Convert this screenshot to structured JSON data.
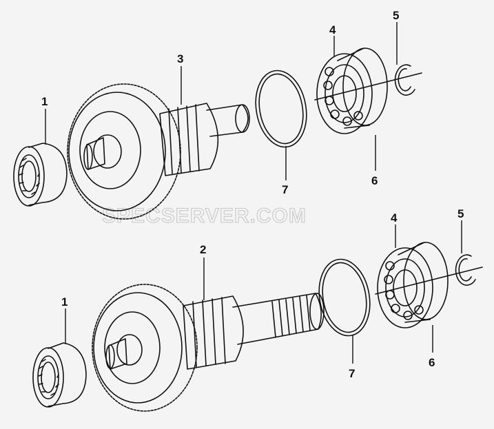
{
  "watermark": "SPECSERVER.COM",
  "top_assembly": {
    "callouts": {
      "c1": "1",
      "c3": "3",
      "c4": "4",
      "c5": "5",
      "c6": "6",
      "c7": "7"
    }
  },
  "bottom_assembly": {
    "callouts": {
      "c1": "1",
      "c2": "2",
      "c4": "4",
      "c5": "5",
      "c6": "6",
      "c7": "7"
    }
  },
  "colors": {
    "ink": "#111111",
    "paper": "#f4f4f4",
    "watermark": "#c8c8c8"
  }
}
